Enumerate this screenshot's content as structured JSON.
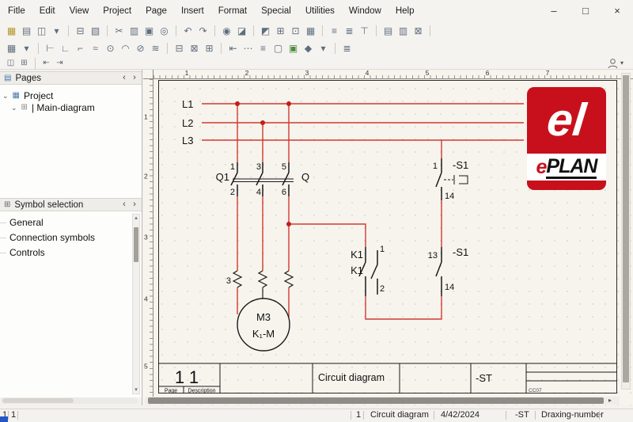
{
  "window": {
    "title_menu": [
      "Fitle",
      "Edit",
      "View",
      "Project",
      "Page",
      "Insert",
      "Format",
      "Special",
      "Utilities",
      "Window",
      "Help"
    ],
    "controls": {
      "minimize": "–",
      "maximize": "□",
      "close": "×"
    }
  },
  "toolbars": {
    "row1": [
      {
        "n": "open-project",
        "g": "▦",
        "c": "#b5952e"
      },
      {
        "n": "close-project",
        "g": "▤"
      },
      {
        "n": "save",
        "g": "◫"
      },
      {
        "n": "save-options",
        "g": "▾"
      },
      {
        "s": 1
      },
      {
        "n": "print",
        "g": "⊟"
      },
      {
        "n": "print-preview",
        "g": "▧"
      },
      {
        "s": 1
      },
      {
        "n": "cut",
        "g": "✂"
      },
      {
        "n": "paste",
        "g": "▥"
      },
      {
        "n": "insert-image",
        "g": "▣"
      },
      {
        "n": "zoom",
        "g": "◎"
      },
      {
        "s": 1
      },
      {
        "n": "undo",
        "g": "↶"
      },
      {
        "n": "redo",
        "g": "↷"
      },
      {
        "s": 1
      },
      {
        "n": "find",
        "g": "◉"
      },
      {
        "n": "translate",
        "g": "◪"
      },
      {
        "s": 1
      },
      {
        "n": "device-navigator",
        "g": "◩"
      },
      {
        "n": "page-navigator",
        "g": "⊞"
      },
      {
        "n": "properties",
        "g": "⊡"
      },
      {
        "n": "layer-management",
        "g": "▦"
      },
      {
        "s": 1
      },
      {
        "n": "align-left",
        "g": "≡"
      },
      {
        "n": "align-center",
        "g": "≣"
      },
      {
        "n": "align-top",
        "g": "⊤"
      },
      {
        "s": 1
      },
      {
        "n": "parts-list",
        "g": "▤"
      },
      {
        "n": "reports",
        "g": "▥"
      },
      {
        "n": "message-management",
        "g": "⊠"
      },
      {
        "s": 1
      }
    ],
    "row2": [
      {
        "n": "grid",
        "g": "▦"
      },
      {
        "n": "grid-options",
        "g": "▾"
      },
      {
        "s": 1
      },
      {
        "n": "insert-symbol",
        "g": "⊢"
      },
      {
        "n": "insert-angle",
        "g": "∟"
      },
      {
        "n": "insert-corner",
        "g": "⌐"
      },
      {
        "n": "insert-line",
        "g": "≈"
      },
      {
        "n": "insert-circle",
        "g": "⊙"
      },
      {
        "n": "insert-arc",
        "g": "◠"
      },
      {
        "n": "insert-ellipse",
        "g": "⊘"
      },
      {
        "n": "insert-spline",
        "g": "≋"
      },
      {
        "s": 1
      },
      {
        "n": "page-macro",
        "g": "⊟"
      },
      {
        "n": "window-macro",
        "g": "⊠"
      },
      {
        "n": "insert-table",
        "g": "⊞"
      },
      {
        "s": 1
      },
      {
        "n": "move",
        "g": "⇤"
      },
      {
        "n": "dot-grid",
        "g": "⋯"
      },
      {
        "n": "line-type",
        "g": "≡"
      },
      {
        "n": "rectangle",
        "g": "▢"
      },
      {
        "n": "image-file",
        "g": "▣",
        "c": "#4e8c3f"
      },
      {
        "n": "fill-color",
        "g": "◆"
      },
      {
        "n": "more-options",
        "g": "▾"
      },
      {
        "s": 1
      },
      {
        "n": "structure-list",
        "g": "≣"
      }
    ],
    "row3": [
      {
        "n": "new-window",
        "g": "◫"
      },
      {
        "n": "tile-windows",
        "g": "⊞"
      },
      {
        "s": 1
      },
      {
        "n": "previous-page",
        "g": "⇤"
      },
      {
        "n": "next-page",
        "g": "⇥"
      }
    ],
    "user_dropdown": "▾"
  },
  "sidebar": {
    "pages": {
      "title": "Pages",
      "icon": "▤",
      "left_arrow": "‹",
      "right_arrow": "›",
      "tree": [
        {
          "chevron": "⌄",
          "icon": "▦",
          "label": "Project"
        },
        {
          "chevron": "⌄",
          "icon": "⊞",
          "label": "| Main-diagram"
        }
      ]
    },
    "symbols": {
      "title": "Symbol selection",
      "icon": "⊞",
      "left_arrow": "‹",
      "right_arrow": "›",
      "items": [
        "General",
        "Connection symbols",
        "Controls"
      ],
      "scroll_up": "▴",
      "scroll_down": "▾"
    }
  },
  "canvas": {
    "ruler_h": [
      "1",
      "2",
      "3",
      "4",
      "5",
      "6",
      "7"
    ],
    "ruler_v": [
      "1",
      "2",
      "3",
      "4",
      "5"
    ],
    "colors": {
      "wire_red": "#d23a30",
      "junction": "#c21f17",
      "symbol_black": "#1a1a1a",
      "logo_red": "#c8101c"
    },
    "diagram": {
      "l1": "L1",
      "l2": "L2",
      "l3": "L3",
      "q1": "Q1",
      "q": "Q",
      "pin1": "1",
      "pin2": "2",
      "pin3": "3",
      "pin4": "4",
      "pin5": "5",
      "pin6": "6",
      "k1_top": "K1",
      "k1_bottom": "K1",
      "aux_pin_top": "1",
      "aux_pin_bottom": "2",
      "s1_upper": "-S1",
      "s1_upper_pin_top": "1",
      "s1_upper_pin_bottom": "14",
      "s1_lower": "-S1",
      "s1_lower_pin_top": "13",
      "s1_lower_pin_bottom": "14",
      "overload_pin": "3",
      "motor_line1": "M3",
      "motor_line2": "K₁-M"
    },
    "titleblock": {
      "page_value": "1",
      "description_value": "1",
      "page_label": "Page",
      "description_label": "Description",
      "title": "Circuit diagram",
      "device": "-ST",
      "corner_note": "CC07"
    },
    "logo": {
      "mark": "el",
      "e": "e",
      "plan": "PLAN"
    },
    "scroll": {
      "right": "▸"
    }
  },
  "statusbar": {
    "cell1": "1",
    "cell2": "1",
    "page": "1",
    "page_type": "Circuit diagram",
    "date": "4/42/2024",
    "device": "-ST",
    "field": "Draxing-number"
  }
}
